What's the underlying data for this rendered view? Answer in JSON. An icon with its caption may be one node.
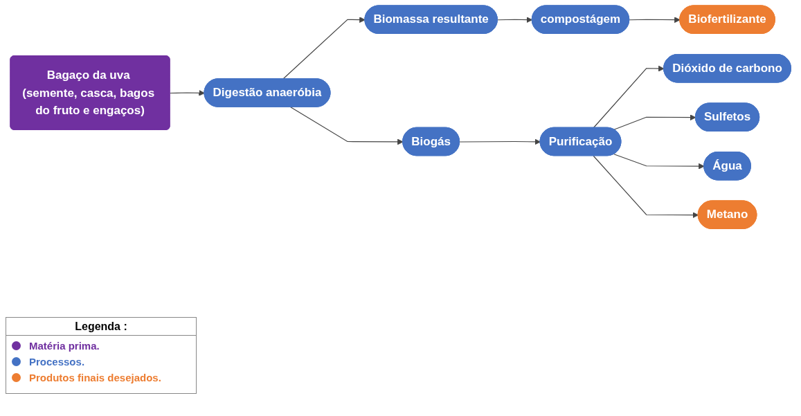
{
  "diagram": {
    "nodes": [
      {
        "text": [
          "Bagaço da uva (semente, casca, bagos do fruto e engaços)"
        ]
      },
      {
        "text": [
          "Digestão anaeróbia"
        ]
      },
      {
        "text": [
          "Biomassa resultante"
        ]
      },
      {
        "text": [
          "compostágem"
        ]
      },
      {
        "text": [
          "Biofertilizante"
        ]
      },
      {
        "text": [
          "Biogás"
        ]
      },
      {
        "text": [
          "Purificação"
        ]
      },
      {
        "text": [
          "Dióxido de carbono"
        ]
      },
      {
        "text": [
          "Sulfetos"
        ]
      },
      {
        "text": [
          "Água"
        ]
      },
      {
        "text": [
          "Metano"
        ]
      }
    ],
    "edges": [
      {
        "from": 0,
        "to": 1,
        "arrow": "to"
      },
      {
        "from": 1,
        "to": 2,
        "arrow": "to"
      },
      {
        "from": 1,
        "to": 5,
        "arrow": "to"
      },
      {
        "from": 2,
        "to": 3,
        "arrow": "to"
      },
      {
        "from": 3,
        "to": 4,
        "arrow": "to"
      },
      {
        "from": 5,
        "to": 6,
        "arrow": "to"
      },
      {
        "from": 6,
        "to": 7,
        "arrow": "to"
      },
      {
        "from": 6,
        "to": 8,
        "arrow": "to"
      },
      {
        "from": 6,
        "to": 9,
        "arrow": "to"
      },
      {
        "from": 6,
        "to": 10,
        "arrow": "to"
      }
    ],
    "labels": [
      "Legenda :"
    ],
    "legend": [
      {
        "text": "Matéria prima.",
        "color": "#7030a0"
      },
      {
        "text": "Processos.",
        "color": "#4472c4"
      },
      {
        "text": "Produtos finais desejados.",
        "color": "#ed7d31"
      }
    ]
  }
}
